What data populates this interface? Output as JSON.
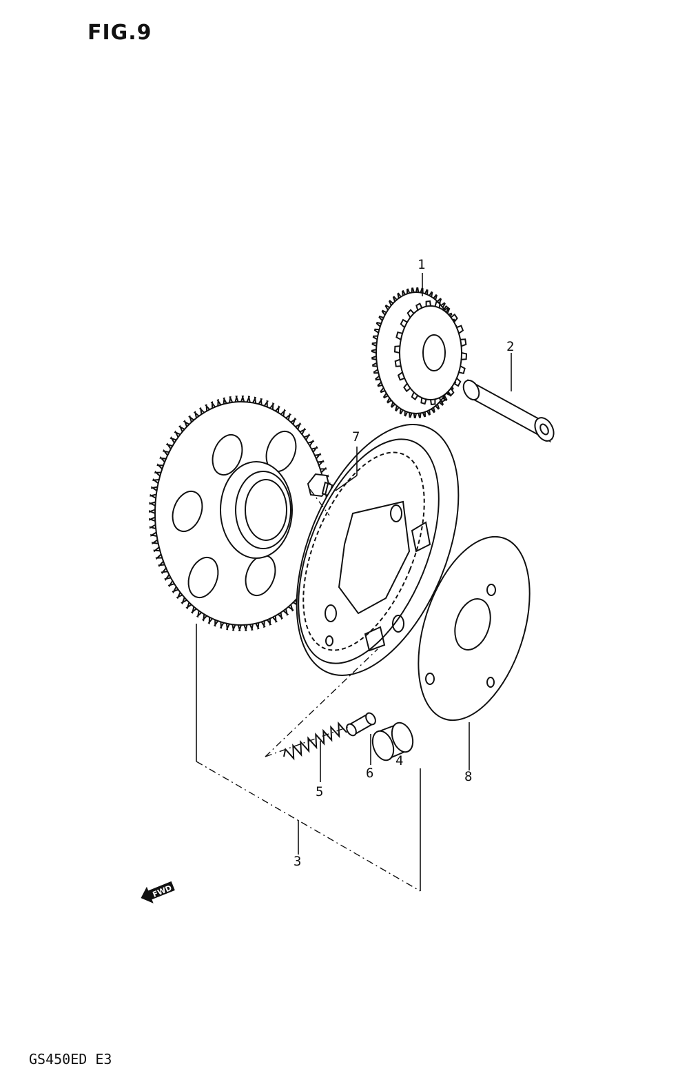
{
  "figure": {
    "title": "FIG.9",
    "model_code": "GS450ED E3",
    "direction_marker": "FWD"
  },
  "callouts": [
    {
      "id": "1",
      "label": "1"
    },
    {
      "id": "2",
      "label": "2"
    },
    {
      "id": "3",
      "label": "3"
    },
    {
      "id": "4",
      "label": "4"
    },
    {
      "id": "5",
      "label": "5"
    },
    {
      "id": "6",
      "label": "6"
    },
    {
      "id": "7",
      "label": "7"
    },
    {
      "id": "8",
      "label": "8"
    }
  ]
}
